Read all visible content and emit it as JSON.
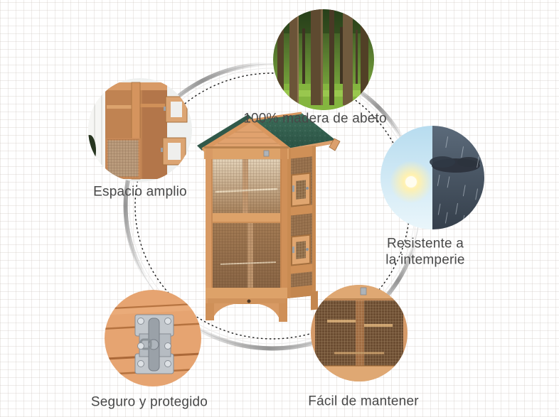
{
  "features": {
    "wood": {
      "label": "100% madera de abeto",
      "image": "forest-photo"
    },
    "space": {
      "label": "Espacio amplio",
      "image": "cage-interior-photo"
    },
    "weather": {
      "label": "Resistente a\nla intemperie",
      "image": "sun-and-rain-photo"
    },
    "secure": {
      "label": "Seguro y protegido",
      "image": "metal-latch-photo"
    },
    "maintain": {
      "label": "Fácil de mantener",
      "image": "mesh-panel-photo"
    }
  },
  "product": {
    "name": "aviario de madera con techo verde"
  },
  "colors": {
    "roof_green": "#2f5a4a",
    "wood_light": "#dfa06c",
    "wood_dark": "#b97c48",
    "label_text": "#484848",
    "dash_line": "#1c1c1c",
    "ring_gray": "#8f8f8f",
    "sky_blue": "#bcdff1",
    "storm_gray": "#47525f",
    "grass_green": "#84b53f"
  }
}
